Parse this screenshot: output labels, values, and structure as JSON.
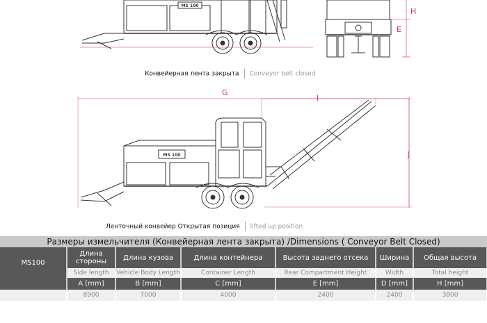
{
  "labels": {
    "top_right_h": "H",
    "top_right_e": "E",
    "dim_g": "G",
    "dim_i": "I",
    "dim_j": "J",
    "machine_plate_top": "MS 100",
    "machine_plate_bottom": "MS 100"
  },
  "captions": {
    "closed_ru": "Конвейерная лента закрыта",
    "closed_en": "Conveyor belt closed",
    "open_ru": "Ленточный конвейер Открытая позиция",
    "open_en": "lifted up position"
  },
  "table": {
    "title": "Размеры измельчителя (Конвейерная лента закрыта) /Dimensions ( Conveyor Belt Closed)",
    "model": "MS100",
    "columns": [
      {
        "ru": "Длина стороны",
        "en": "Side length",
        "unit": "A [mm]",
        "value": "8900"
      },
      {
        "ru": "Длина кузова",
        "en": "Vehicle Body Length",
        "unit": "B [mm]",
        "value": "7000"
      },
      {
        "ru": "Длина контейнера",
        "en": "Container Length",
        "unit": "C [mm]",
        "value": "4000"
      },
      {
        "ru": "Высота заднего отсека",
        "en": "Rear Compartment Height",
        "unit": "E [mm]",
        "value": "2400"
      },
      {
        "ru": "Ширина",
        "en": "Width",
        "unit": "D [mm]",
        "value": "2400"
      },
      {
        "ru": "Общая высота",
        "en": "Total height",
        "unit": "H [mm]",
        "value": "3800"
      }
    ]
  }
}
